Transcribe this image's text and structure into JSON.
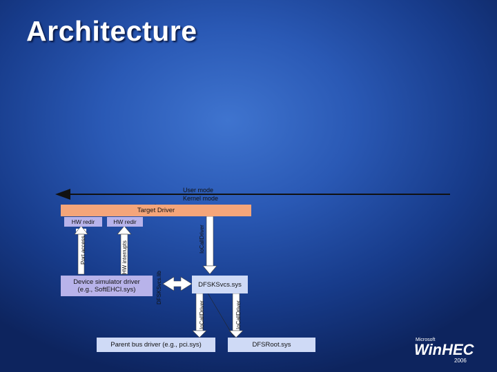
{
  "slide": {
    "title": "Architecture"
  },
  "diagram": {
    "mode_user": "User mode",
    "mode_kernel": "Kernel mode",
    "target_driver": "Target Driver",
    "hw_redir_left": "HW redir",
    "hw_redir_right": "HW redir",
    "port_access": "Port access",
    "hw_interrupts": "HW interrupts",
    "iocalldriver_top": "IoCallDriver",
    "dfsksvcs_lib": "DFSKSvcs.lib",
    "device_simulator_line1": "Device simulator driver",
    "device_simulator_line2": "(e.g., SoftEHCI.sys)",
    "dfsksvcs_sys": "DFSKSvcs.sys",
    "iocalldriver_left": "IoCallDriver",
    "iocalldriver_right": "IoCallDriver",
    "parent_bus": "Parent bus driver (e.g., pci.sys)",
    "dfsroot": "DFSRoot.sys"
  },
  "logo": {
    "microsoft": "Microsoft",
    "brand": "WinHEC",
    "year": "2006"
  },
  "colors": {
    "target_driver_fill": "#f4a57a",
    "purple_fill": "#b8b3ea",
    "blue_fill": "#cfdaf6",
    "arrow_fill": "#ffffff"
  }
}
